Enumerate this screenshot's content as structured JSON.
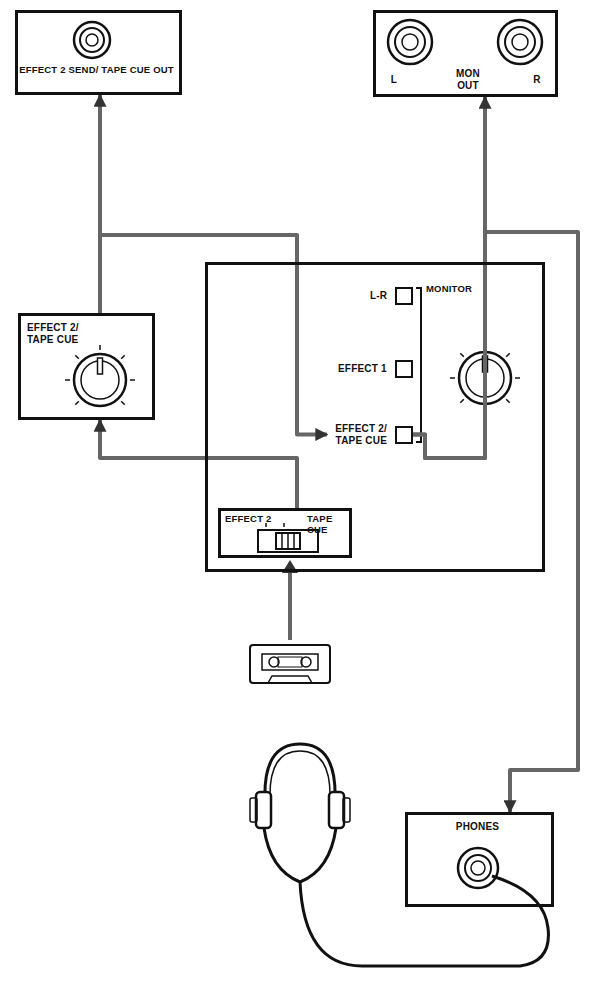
{
  "diagram": {
    "nodes": [
      {
        "text": [
          "EFFECT 2 SEND/ TAPE CUE OUT"
        ]
      },
      {
        "text": [
          "L",
          "MON OUT",
          "R"
        ]
      },
      {
        "text": [
          "EFFECT 2/ TAPE CUE"
        ]
      },
      {
        "text": [
          "MONITOR"
        ]
      },
      {
        "text": [
          "L-R"
        ],
        "in": 3
      },
      {
        "text": [
          "EFFECT 1"
        ],
        "in": 3
      },
      {
        "text": [
          "EFFECT 2/ TAPE CUE"
        ],
        "in": 3
      },
      {
        "text": [
          "EFFECT 2",
          "TAPE CUE"
        ],
        "in": 3
      },
      {
        "text": [
          "PHONES"
        ]
      }
    ],
    "edges": [
      {
        "from": 2,
        "to": 0,
        "arrow": "to"
      },
      {
        "from": 2,
        "to": 6,
        "arrow": "to"
      },
      {
        "from": 7,
        "to": 2,
        "arrow": "to"
      },
      {
        "from": 6,
        "to": 1,
        "arrow": "to"
      },
      {
        "from": 6,
        "to": 8,
        "arrow": "to"
      }
    ]
  }
}
